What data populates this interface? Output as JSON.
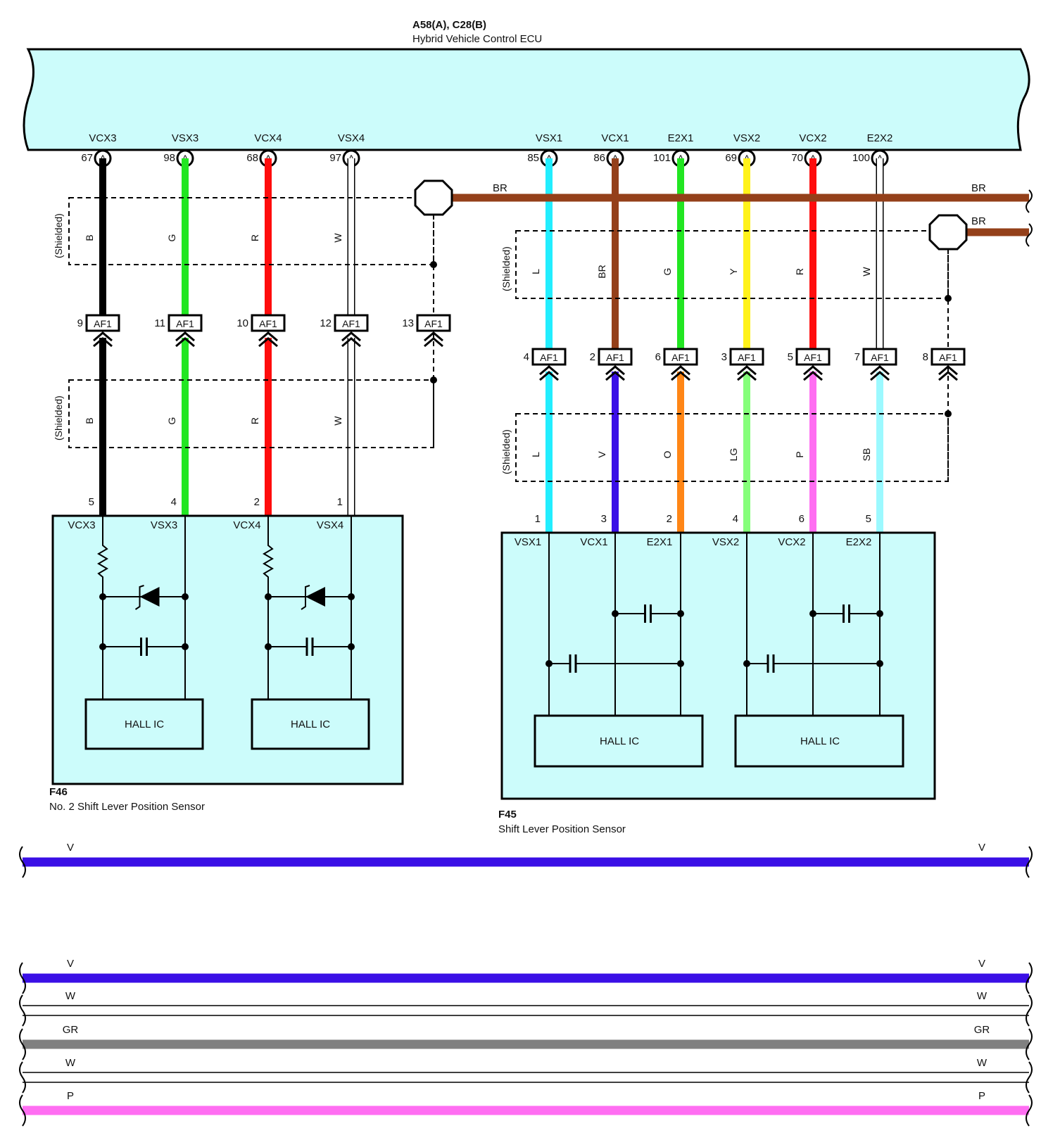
{
  "ecu": {
    "connector_ref": "A58(A), C28(B)",
    "name": "Hybrid Vehicle Control ECU",
    "pins": [
      {
        "signal": "VCX3",
        "number": "67",
        "letter": "A"
      },
      {
        "signal": "VSX3",
        "number": "98",
        "letter": "A"
      },
      {
        "signal": "VCX4",
        "number": "68",
        "letter": "A"
      },
      {
        "signal": "VSX4",
        "number": "97",
        "letter": "A"
      },
      {
        "signal": "VSX1",
        "number": "85",
        "letter": "A"
      },
      {
        "signal": "VCX1",
        "number": "86",
        "letter": "A"
      },
      {
        "signal": "E2X1",
        "number": "101",
        "letter": "A"
      },
      {
        "signal": "VSX2",
        "number": "69",
        "letter": "A"
      },
      {
        "signal": "VCX2",
        "number": "70",
        "letter": "A"
      },
      {
        "signal": "E2X2",
        "number": "100",
        "letter": "A"
      }
    ]
  },
  "colors": {
    "B": "#000000",
    "G": "#22e622",
    "R": "#ff0d0d",
    "W": "#ffffff",
    "L": "#22eeff",
    "BR": "#94401a",
    "Y": "#fff21a",
    "V": "#3a0fe6",
    "O": "#ff8616",
    "LG": "#85ff7a",
    "P": "#ff6ef2",
    "SB": "#9cf9ff",
    "GR": "#808080",
    "ecu_fill": "#ccfcfb"
  },
  "shield_label": "(Shielded)",
  "ground_wire_label": "BR",
  "left_wires_top": [
    {
      "color": "B",
      "pin": "9",
      "connector": "AF1"
    },
    {
      "color": "G",
      "pin": "11",
      "connector": "AF1"
    },
    {
      "color": "R",
      "pin": "10",
      "connector": "AF1"
    },
    {
      "color": "W",
      "pin": "12",
      "connector": "AF1"
    }
  ],
  "left_shield_drain": {
    "pin": "13",
    "connector": "AF1"
  },
  "left_wires_bottom": [
    "B",
    "G",
    "R",
    "W"
  ],
  "right_wires_top": [
    {
      "color": "L",
      "pin": "4",
      "connector": "AF1"
    },
    {
      "color": "BR",
      "pin": "2",
      "connector": "AF1"
    },
    {
      "color": "G",
      "pin": "6",
      "connector": "AF1"
    },
    {
      "color": "Y",
      "pin": "3",
      "connector": "AF1"
    },
    {
      "color": "R",
      "pin": "5",
      "connector": "AF1"
    },
    {
      "color": "W",
      "pin": "7",
      "connector": "AF1"
    }
  ],
  "right_shield_drain": {
    "pin": "8",
    "connector": "AF1"
  },
  "right_wires_bottom": [
    "L",
    "V",
    "O",
    "LG",
    "P",
    "SB"
  ],
  "sensor_left": {
    "ref": "F46",
    "name": "No.  2 Shift Lever Position Sensor",
    "pins": [
      {
        "signal": "VCX3",
        "number": "5"
      },
      {
        "signal": "VSX3",
        "number": "4"
      },
      {
        "signal": "VCX4",
        "number": "2"
      },
      {
        "signal": "VSX4",
        "number": "1"
      }
    ],
    "ic_label": "HALL IC"
  },
  "sensor_right": {
    "ref": "F45",
    "name": "Shift Lever Position Sensor",
    "pins": [
      {
        "signal": "VSX1",
        "number": "1"
      },
      {
        "signal": "VCX1",
        "number": "3"
      },
      {
        "signal": "E2X1",
        "number": "2"
      },
      {
        "signal": "VSX2",
        "number": "4"
      },
      {
        "signal": "VCX2",
        "number": "6"
      },
      {
        "signal": "E2X2",
        "number": "5"
      }
    ],
    "ic_label": "HALL IC"
  },
  "bus_lines": [
    {
      "color": "V",
      "label": "V"
    },
    {
      "color": "V",
      "label": "V"
    },
    {
      "color": "W",
      "label": "W"
    },
    {
      "color": "GR",
      "label": "GR"
    },
    {
      "color": "W",
      "label": "W"
    },
    {
      "color": "P",
      "label": "P"
    }
  ]
}
